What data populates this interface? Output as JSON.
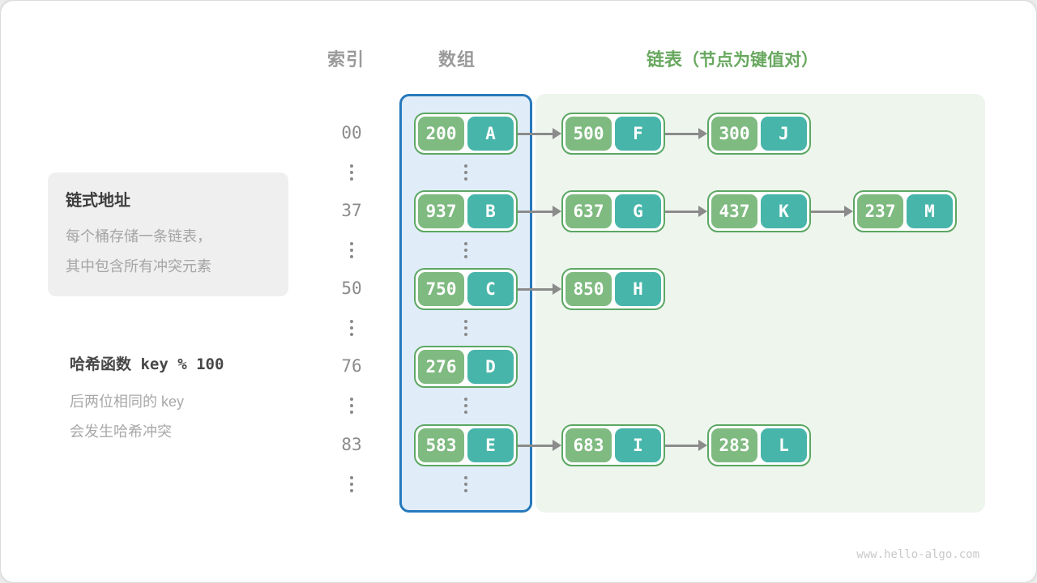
{
  "header": {
    "index_label": "索引",
    "array_label": "数组",
    "list_label": "链表",
    "list_note": "（节点为键值对）"
  },
  "info_box": {
    "title": "链式地址",
    "lines": [
      "每个桶存储一条链表，",
      "其中包含所有冲突元素"
    ]
  },
  "hash_note": {
    "title": "哈希函数 key % 100",
    "lines": [
      "后两位相同的 key",
      "会发生哈希冲突"
    ]
  },
  "rows": [
    {
      "index": "00",
      "bucket": {
        "key": "200",
        "value": "A"
      },
      "chain": [
        {
          "key": "500",
          "value": "F"
        },
        {
          "key": "300",
          "value": "J"
        }
      ]
    },
    {
      "index": "37",
      "bucket": {
        "key": "937",
        "value": "B"
      },
      "chain": [
        {
          "key": "637",
          "value": "G"
        },
        {
          "key": "437",
          "value": "K"
        },
        {
          "key": "237",
          "value": "M"
        }
      ]
    },
    {
      "index": "50",
      "bucket": {
        "key": "750",
        "value": "C"
      },
      "chain": [
        {
          "key": "850",
          "value": "H"
        }
      ]
    },
    {
      "index": "76",
      "bucket": {
        "key": "276",
        "value": "D"
      },
      "chain": []
    },
    {
      "index": "83",
      "bucket": {
        "key": "583",
        "value": "E"
      },
      "chain": [
        {
          "key": "683",
          "value": "I"
        },
        {
          "key": "283",
          "value": "L"
        }
      ]
    }
  ],
  "colors": {
    "key_green": "#7fba81",
    "val_teal": "#48b5aa",
    "node_border": "#5ca763",
    "blue_border": "#2679bc",
    "blue_fill": "#e0edf8",
    "green_fill": "#edf5ed",
    "green_text": "#68a85f",
    "arrow_gray": "#8b8b8b"
  },
  "page": {
    "watermark": "www.hello-algo.com"
  }
}
